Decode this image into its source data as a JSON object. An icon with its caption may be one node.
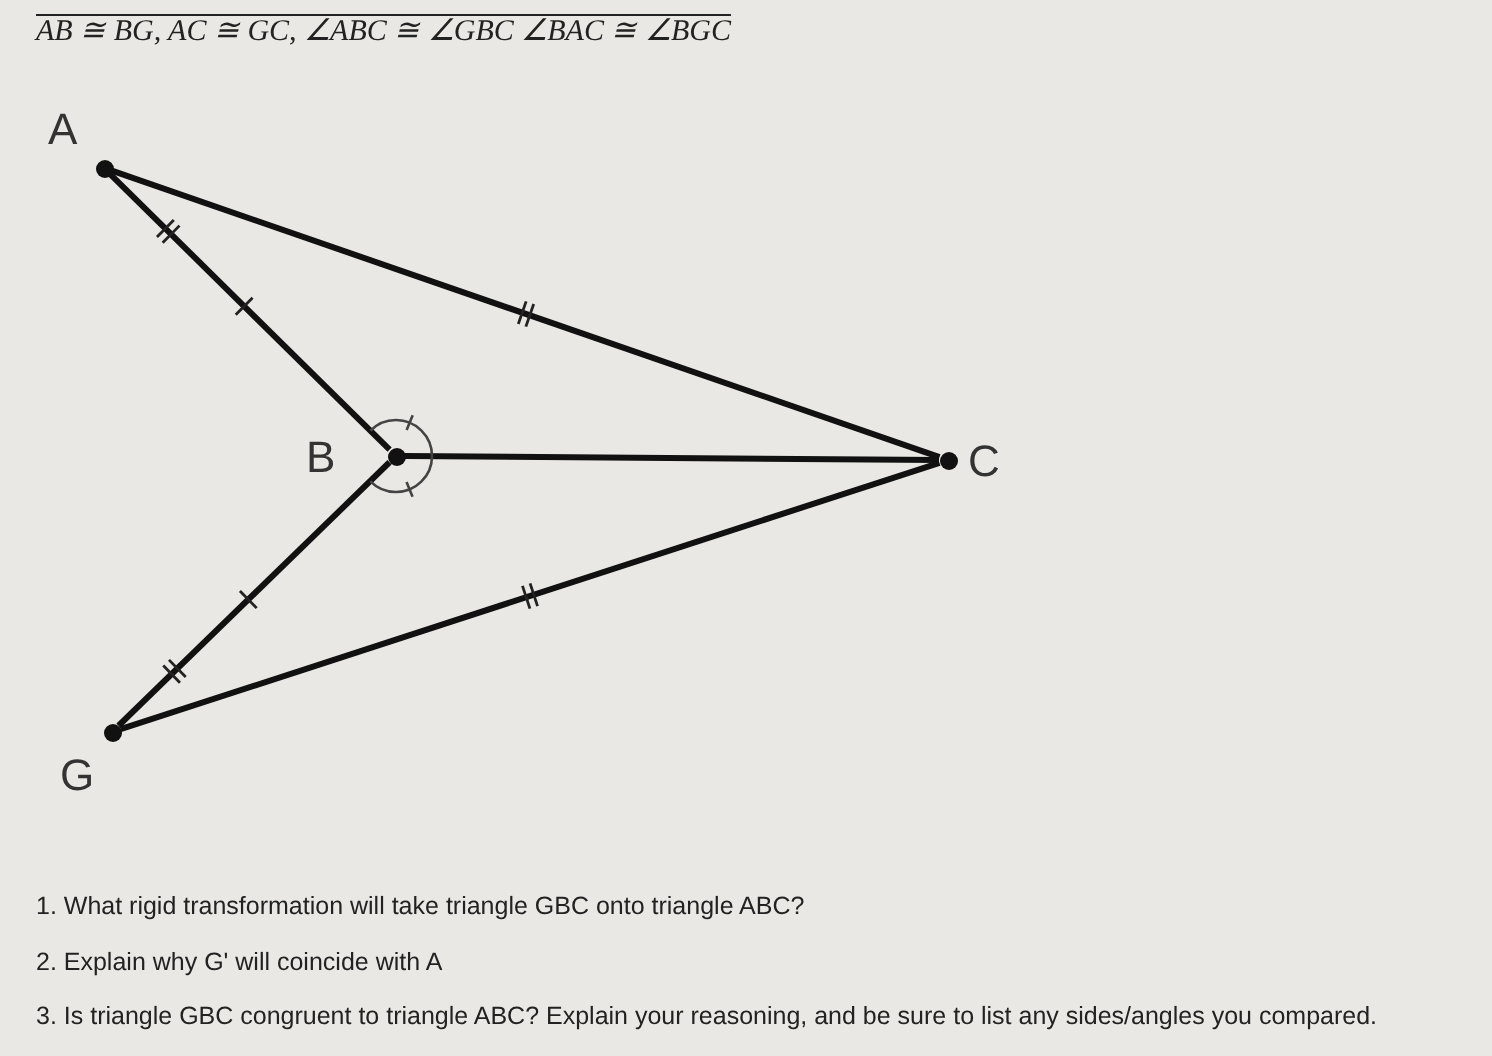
{
  "diagram": {
    "nodes": [
      {
        "text": [],
        "shape": "circle",
        "beside": [
          "A"
        ]
      },
      {
        "text": [],
        "shape": "circle",
        "beside": [
          "B"
        ]
      },
      {
        "text": [],
        "shape": "circle",
        "beside": [
          "C"
        ]
      },
      {
        "text": [],
        "shape": "circle",
        "beside": [
          "G"
        ]
      }
    ],
    "edges": [
      {
        "from": 0,
        "to": 1,
        "arrow": "none"
      },
      {
        "from": 0,
        "to": 2,
        "arrow": "none"
      },
      {
        "from": 1,
        "to": 2,
        "arrow": "none"
      },
      {
        "from": 3,
        "to": 1,
        "arrow": "none"
      },
      {
        "from": 3,
        "to": 2,
        "arrow": "none"
      }
    ],
    "labels": [
      "AB ≅ BG, AC ≅ GC, ∠ABC ≅ ∠GBC  ∠BAC ≅ ∠BGC",
      "1. What rigid transformation will take triangle GBC onto triangle ABC?",
      "2. Explain why G' will coincide with A",
      "3. Is triangle GBC congruent to triangle ABC? Explain your reasoning, and be sure to list any sides/angles you compared."
    ]
  }
}
